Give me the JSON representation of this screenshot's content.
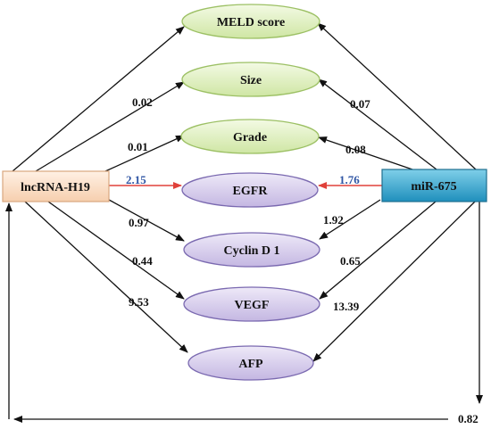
{
  "left_box": {
    "label": "lncRNA-H19",
    "fill": "#fbe3cf",
    "stroke": "#d9a77f"
  },
  "right_box": {
    "label": "miR-675",
    "fill": "#3ba7cf",
    "stroke": "#1f6f8f"
  },
  "nodes": [
    {
      "id": "meld",
      "label": "MELD score",
      "group": "green"
    },
    {
      "id": "size",
      "label": "Size",
      "group": "green"
    },
    {
      "id": "grade",
      "label": "Grade",
      "group": "green"
    },
    {
      "id": "egfr",
      "label": "EGFR",
      "group": "purple"
    },
    {
      "id": "cyclin",
      "label": "Cyclin D 1",
      "group": "purple"
    },
    {
      "id": "vegf",
      "label": "VEGF",
      "group": "purple"
    },
    {
      "id": "afp",
      "label": "AFP",
      "group": "purple"
    }
  ],
  "colors": {
    "green_fill": "#e3f1c7",
    "green_stroke": "#9cc064",
    "purple_fill": "#dcd3ee",
    "purple_stroke": "#7a69b0",
    "arrow": "#111111",
    "red_arrow": "#e0413a",
    "blue_text": "#2f55a4"
  },
  "coefficients": {
    "h19_size": "0.02",
    "h19_grade": "0.01",
    "h19_egfr": "2.15",
    "h19_cyclin": "0.97",
    "h19_vegf": "0.44",
    "h19_afp": "9.53",
    "mir_size": "0.07",
    "mir_grade": "0.08",
    "mir_egfr": "1.76",
    "mir_cyclin": "1.92",
    "mir_vegf": "0.65",
    "mir_afp": "13.39",
    "mir_h19": "0.82"
  }
}
